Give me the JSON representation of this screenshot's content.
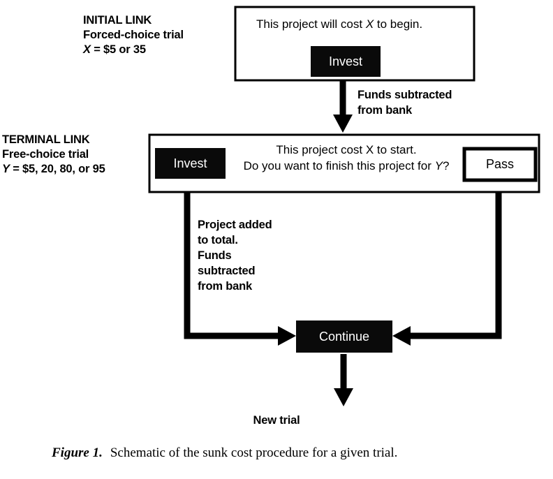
{
  "figure": {
    "caption_label": "Figure 1.",
    "caption_text": "Schematic of the sunk cost procedure for a given trial."
  },
  "initial_link": {
    "heading": "INITIAL LINK",
    "subtitle": "Forced-choice trial",
    "variable_name": "X",
    "variable_rest": " = $5 or 35",
    "prompt_pre": "This project will cost ",
    "prompt_var": "X",
    "prompt_post": " to begin.",
    "invest_button": "Invest"
  },
  "transition": {
    "label_line1": "Funds subtracted",
    "label_line2": "from bank"
  },
  "terminal_link": {
    "heading": "TERMINAL LINK",
    "subtitle": "Free-choice trial",
    "variable_name": "Y",
    "variable_rest": " = $5, 20, 80, or 95",
    "prompt_line1": "This project cost X to start.",
    "prompt_line2_pre": "Do you want to finish this project for ",
    "prompt_line2_var": "Y",
    "prompt_line2_post": "?",
    "invest_button": "Invest",
    "pass_button": "Pass"
  },
  "invest_branch": {
    "line1": "Project added",
    "line2": "to total.",
    "line3": "Funds",
    "line4": "subtracted",
    "line5": "from bank"
  },
  "outcome": {
    "continue_button": "Continue",
    "new_trial_label": "New trial"
  },
  "colors": {
    "ink": "#000000",
    "paper": "#ffffff",
    "button_fill_dark": "#0a0a0a",
    "button_text_light": "#ffffff"
  }
}
